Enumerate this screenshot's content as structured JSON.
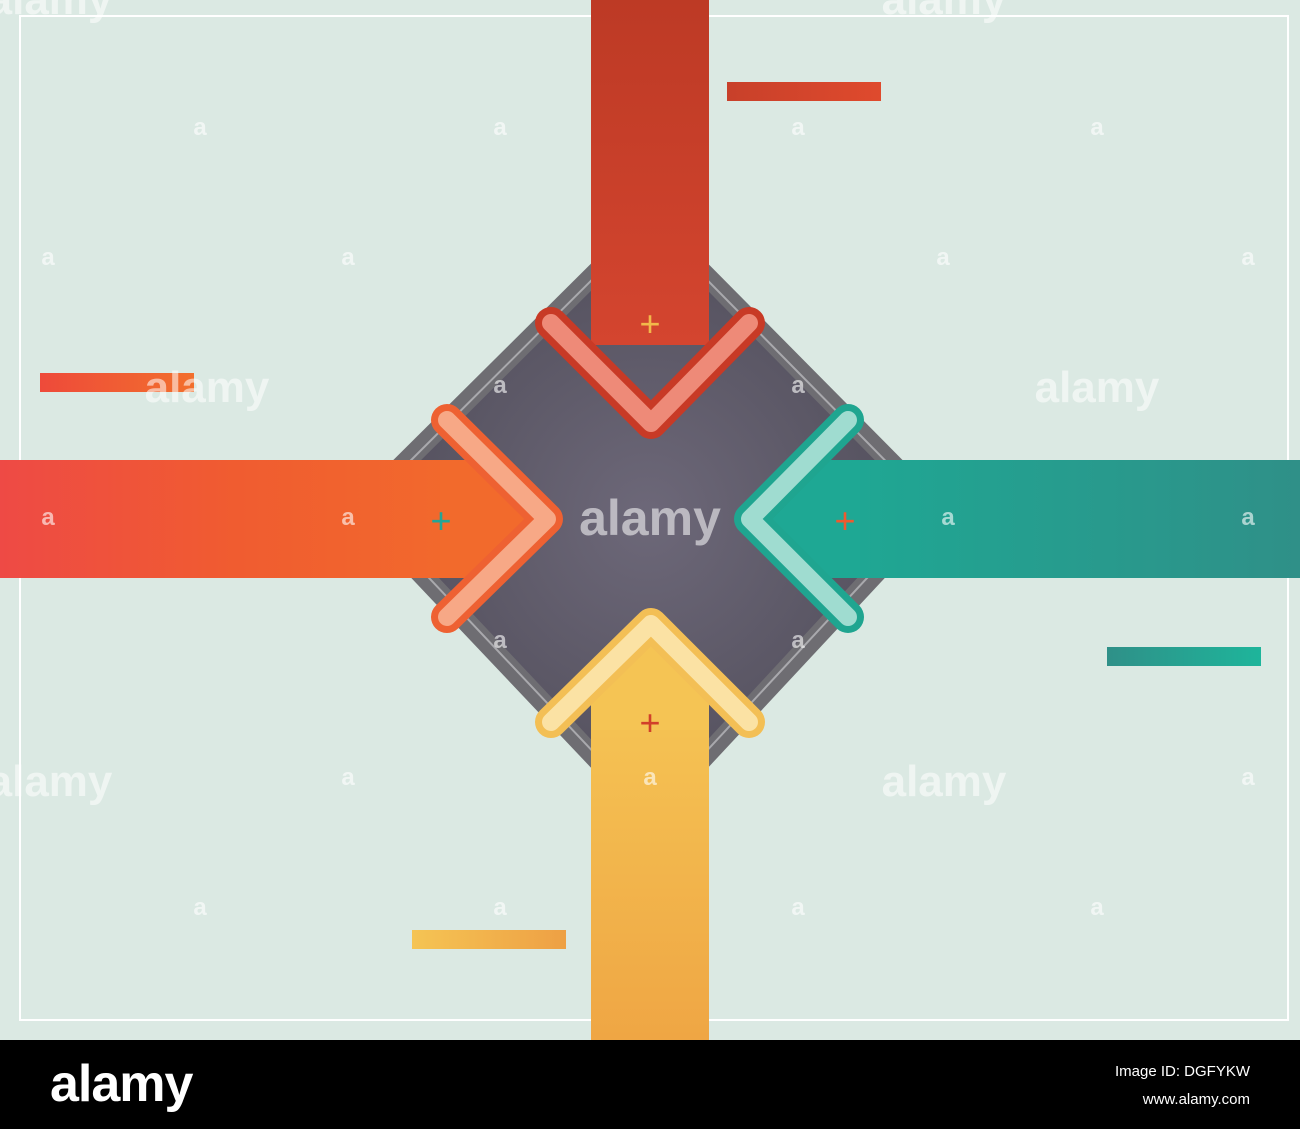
{
  "watermark": {
    "word": "alamy",
    "letter": "a"
  },
  "arrows": [
    {
      "id": "top",
      "direction": "down",
      "color": "#d1402a",
      "marker": "+",
      "marker_color": "#f2b84a"
    },
    {
      "id": "left",
      "direction": "right",
      "color": "#ee5a2e",
      "marker": "+",
      "marker_color": "#23a596"
    },
    {
      "id": "right",
      "direction": "left",
      "color": "#23a596",
      "marker": "+",
      "marker_color": "#ee5a2e"
    },
    {
      "id": "bottom",
      "direction": "up",
      "color": "#f1b044",
      "marker": "+",
      "marker_color": "#d1402a"
    }
  ],
  "colors": {
    "background": "#dbe9e3",
    "diamond": "#5b5866",
    "diamond_border": "#6d6d72"
  },
  "footer": {
    "logo": "alamy",
    "image_id": "Image ID: DGFYKW",
    "site": "www.alamy.com"
  }
}
